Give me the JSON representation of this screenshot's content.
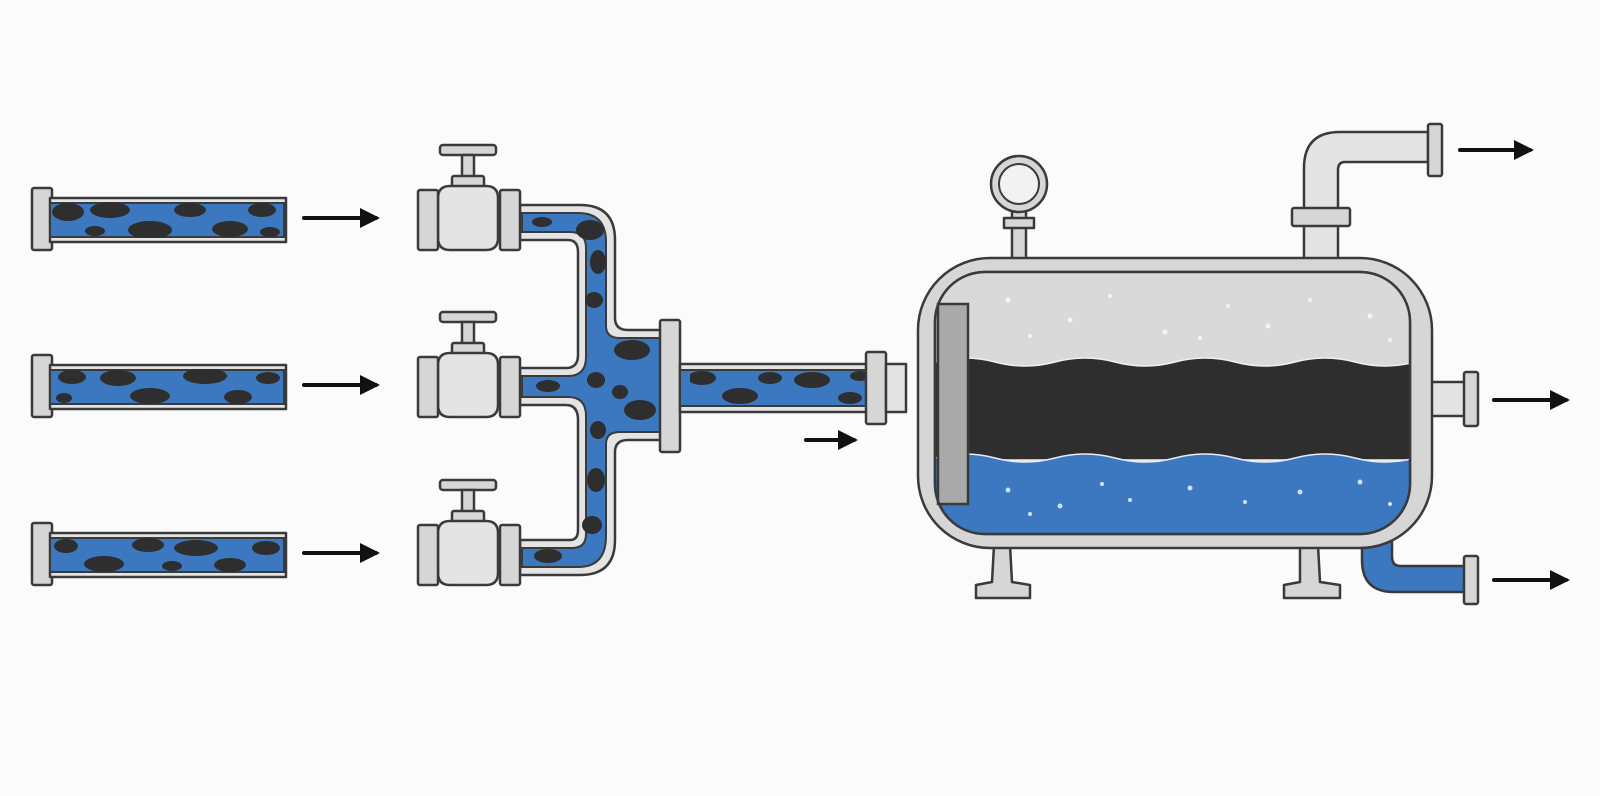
{
  "colors": {
    "background": "#fbfbfb",
    "water": "#3b78bf",
    "oil": "#2e2e2e",
    "gas": "#d9d9d9",
    "steel": "#d6d6d6",
    "outline": "#3a3a3a",
    "arrow": "#111111"
  },
  "icons": {
    "valves": [
      "valve-icon",
      "valve-icon",
      "valve-icon"
    ],
    "gauge": "pressure-gauge-icon",
    "arrows": "arrow-right-icon"
  },
  "phases": {
    "top_layer": "gas",
    "middle_layer": "oil",
    "bottom_layer": "water"
  }
}
